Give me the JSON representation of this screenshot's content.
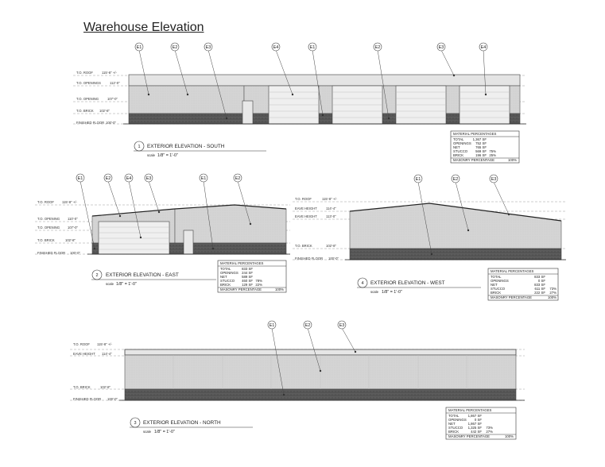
{
  "page": {
    "title": "Warehouse Elevation"
  },
  "south": {
    "title": "EXTERIOR ELEVATION - SOUTH",
    "number": "1",
    "scale": "1/8\" = 1'-0\"",
    "scale_prefix": "scale",
    "callouts": [
      "E1",
      "E2",
      "E3",
      "E4",
      "E1",
      "E2",
      "E3",
      "E4"
    ],
    "levels": [
      "T.O. ROOF",
      "T.O. OPENINGS",
      "T.O. OPENING",
      "T.O. BRICK",
      "FINISHED FLOOR"
    ],
    "level_values": [
      "115'-8\" +/-",
      "112'-0\"",
      "107'-0\"",
      "102'-8\"",
      "100'-0\""
    ],
    "table": {
      "header": "MATERIAL PERCENTAGES",
      "rows": [
        {
          "label": "TOTAL",
          "value": "1,367 SF",
          "pct": ""
        },
        {
          "label": "OPENINGS",
          "value": "752 SF",
          "pct": ""
        },
        {
          "label": "NET",
          "value": "765 SF",
          "pct": ""
        },
        {
          "label": "STUCCO",
          "value": "569 SF",
          "pct": "75%"
        },
        {
          "label": "BRICK",
          "value": "196 SF",
          "pct": "25%"
        },
        {
          "label": "MASONRY PERCENTAGE",
          "value": "",
          "pct": "100%"
        }
      ]
    }
  },
  "east": {
    "title": "EXTERIOR ELEVATION - EAST",
    "number": "2",
    "scale": "1/8\" = 1'-0\"",
    "scale_prefix": "scale",
    "callouts": [
      "E1",
      "E2",
      "E4",
      "E3",
      "E1",
      "E2"
    ],
    "levels": [
      "T.O. ROOF",
      "T.O. OPENING",
      "T.O. OPENING",
      "T.O. BRICK",
      "FINISHED FLOOR"
    ],
    "level_values": [
      "115'-8\" +/-",
      "110'-0\"",
      "107'-0\"",
      "102'-8\"",
      "100'-0\""
    ],
    "table": {
      "header": "MATERIAL PERCENTAGES",
      "rows": [
        {
          "label": "TOTAL",
          "value": "833 SF",
          "pct": ""
        },
        {
          "label": "OPENINGS",
          "value": "244 SF",
          "pct": ""
        },
        {
          "label": "NET",
          "value": "589 SF",
          "pct": ""
        },
        {
          "label": "STUCCO",
          "value": "460 SF",
          "pct": "78%"
        },
        {
          "label": "BRICK",
          "value": "129 SF",
          "pct": "22%"
        },
        {
          "label": "MASONRY PERCENTAGE",
          "value": "",
          "pct": "100%"
        }
      ]
    }
  },
  "west": {
    "title": "EXTERIOR ELEVATION - WEST",
    "number": "4",
    "scale": "1/8\" = 1'-0\"",
    "scale_prefix": "scale",
    "callouts": [
      "E1",
      "E2",
      "E3"
    ],
    "levels": [
      "T.O. ROOF",
      "EAVE HEIGHT",
      "EAVE HEIGHT",
      "T.O. BRICK",
      "FINISHED FLOOR"
    ],
    "level_values": [
      "115'-8\" +/-",
      "114'-4\"",
      "113'-0\"",
      "102'-8\"",
      "100'-0\""
    ],
    "table": {
      "header": "MATERIAL PERCENTAGES",
      "rows": [
        {
          "label": "TOTAL",
          "value": "833 SF",
          "pct": ""
        },
        {
          "label": "OPENINGS",
          "value": "0 SF",
          "pct": ""
        },
        {
          "label": "NET",
          "value": "833 SF",
          "pct": ""
        },
        {
          "label": "STUCCO",
          "value": "611 SF",
          "pct": "73%"
        },
        {
          "label": "BRICK",
          "value": "222 SF",
          "pct": "27%"
        },
        {
          "label": "MASONRY PERCENTAGE",
          "value": "",
          "pct": "100%"
        }
      ]
    }
  },
  "north": {
    "title": "EXTERIOR ELEVATION - NORTH",
    "number": "3",
    "scale": "1/8\" = 1'-0\"",
    "scale_prefix": "scale",
    "callouts": [
      "E1",
      "E2",
      "E3"
    ],
    "levels": [
      "T.O. ROOF",
      "EAVE HEIGHT",
      "T.O. BRICK",
      "FINISHED FLOOR"
    ],
    "level_values": [
      "115'-8\" +/-",
      "114'-4\"",
      "102'-8\"",
      "100'-0\""
    ],
    "table": {
      "header": "MATERIAL PERCENTAGES",
      "rows": [
        {
          "label": "TOTAL",
          "value": "1,867 SF",
          "pct": ""
        },
        {
          "label": "OPENINGS",
          "value": "0 SF",
          "pct": ""
        },
        {
          "label": "NET",
          "value": "1,867 SF",
          "pct": ""
        },
        {
          "label": "STUCCO",
          "value": "1,325 SF",
          "pct": "73%"
        },
        {
          "label": "BRICK",
          "value": "442 SF",
          "pct": "27%"
        },
        {
          "label": "MASONRY PERCENTAGE",
          "value": "",
          "pct": "100%"
        }
      ]
    }
  }
}
